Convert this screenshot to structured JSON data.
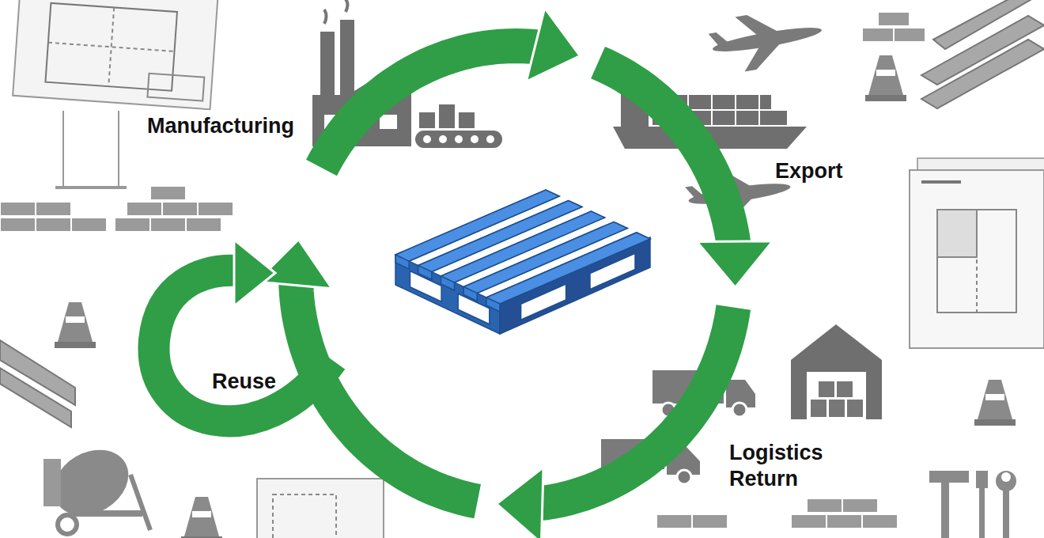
{
  "diagram": {
    "labels": [
      "Manufacturing",
      "Export",
      "Logistics Return",
      "Reuse"
    ]
  }
}
